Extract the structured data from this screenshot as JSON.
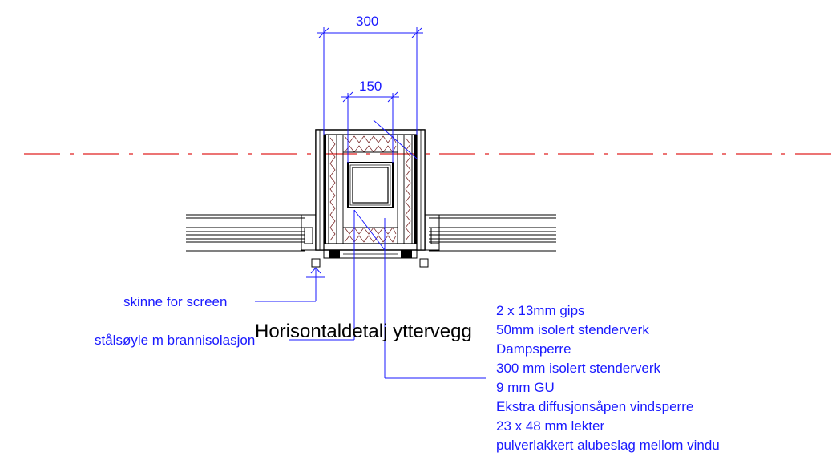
{
  "title": "Horisontaldetalj yttervegg",
  "dimensions": {
    "outer": "300",
    "inner": "150"
  },
  "labels": {
    "screen_rail": "skinne for screen",
    "steel_column": "stålsøyle m brannisolasjon"
  },
  "layers": [
    "2 x 13mm gips",
    "50mm isolert stenderverk",
    "Dampsperre",
    "300 mm isolert stenderverk",
    "9 mm GU",
    "Ekstra diffusjonsåpen vindsperre",
    "23 x 48 mm lekter",
    "pulverlakkert alubeslag mellom vindu"
  ],
  "colors": {
    "annotation": "#1a1aff",
    "centerline": "#e02020",
    "structure": "#000000",
    "insulation": "#7a2a2a"
  }
}
